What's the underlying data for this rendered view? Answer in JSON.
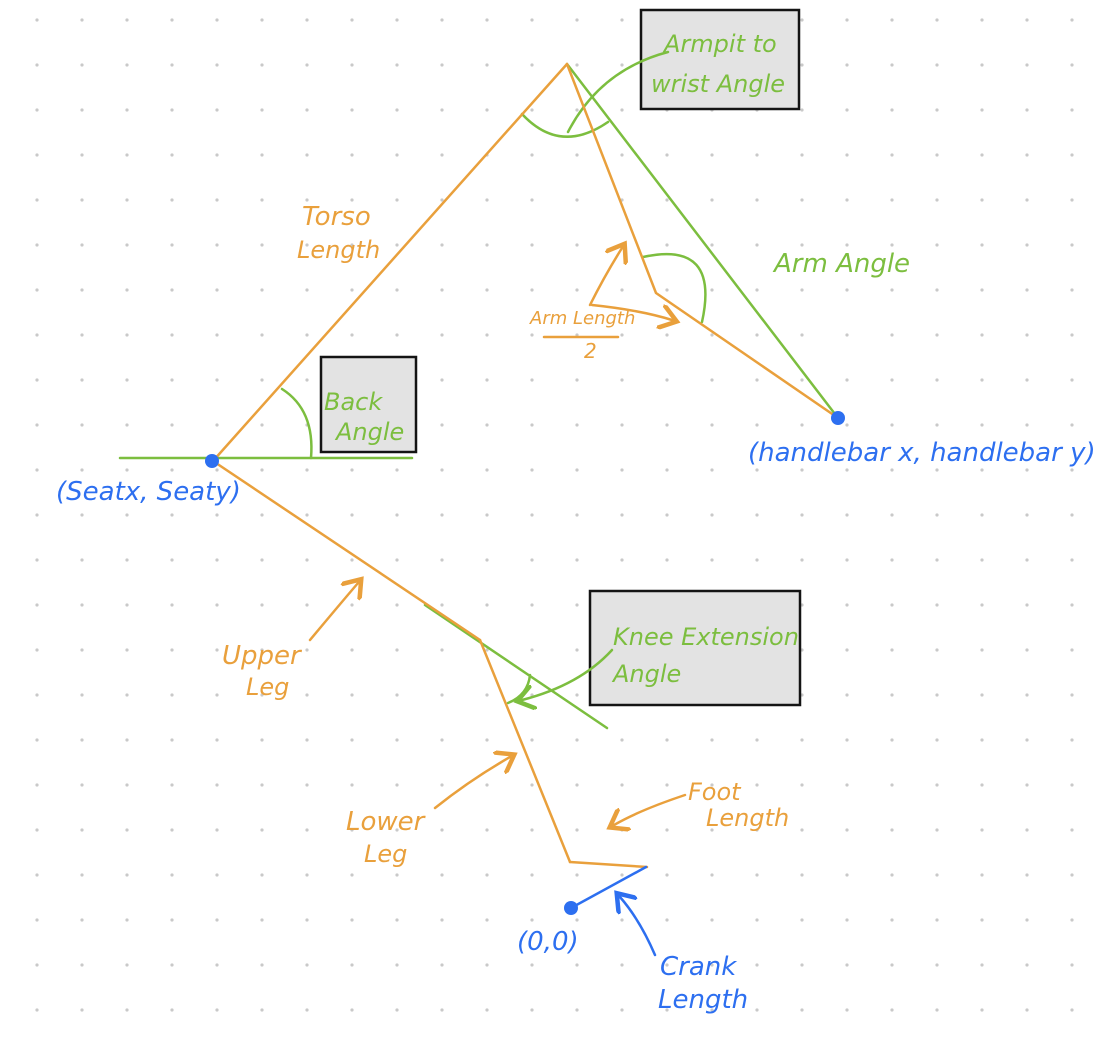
{
  "colors": {
    "orange": "#e9a03c",
    "green": "#7cbe3f",
    "blue": "#2d6ff0",
    "box_fill": "#e3e3e3",
    "box_border": "#141414",
    "grid_dot": "#c9c9c9"
  },
  "boxed_labels": {
    "armpit_to_wrist_angle": [
      "Armpit to",
      "wrist Angle"
    ],
    "back_angle": [
      "Back",
      "Angle"
    ],
    "knee_extension_angle": [
      "Knee Extension",
      "Angle"
    ]
  },
  "labels": {
    "torso_length": [
      "Torso",
      "Length"
    ],
    "arm_angle": "Arm Angle",
    "arm_length_half": {
      "numerator": "Arm Length",
      "denominator": "2"
    },
    "upper_leg": [
      "Upper",
      "Leg"
    ],
    "lower_leg": [
      "Lower",
      "Leg"
    ],
    "foot_length": [
      "Foot",
      "Length"
    ],
    "crank_length": [
      "Crank",
      "Length"
    ]
  },
  "points": {
    "seat": "(Seatx, Seaty)",
    "handlebar": "(handlebar x, handlebar y)",
    "origin": "(0,0)"
  }
}
